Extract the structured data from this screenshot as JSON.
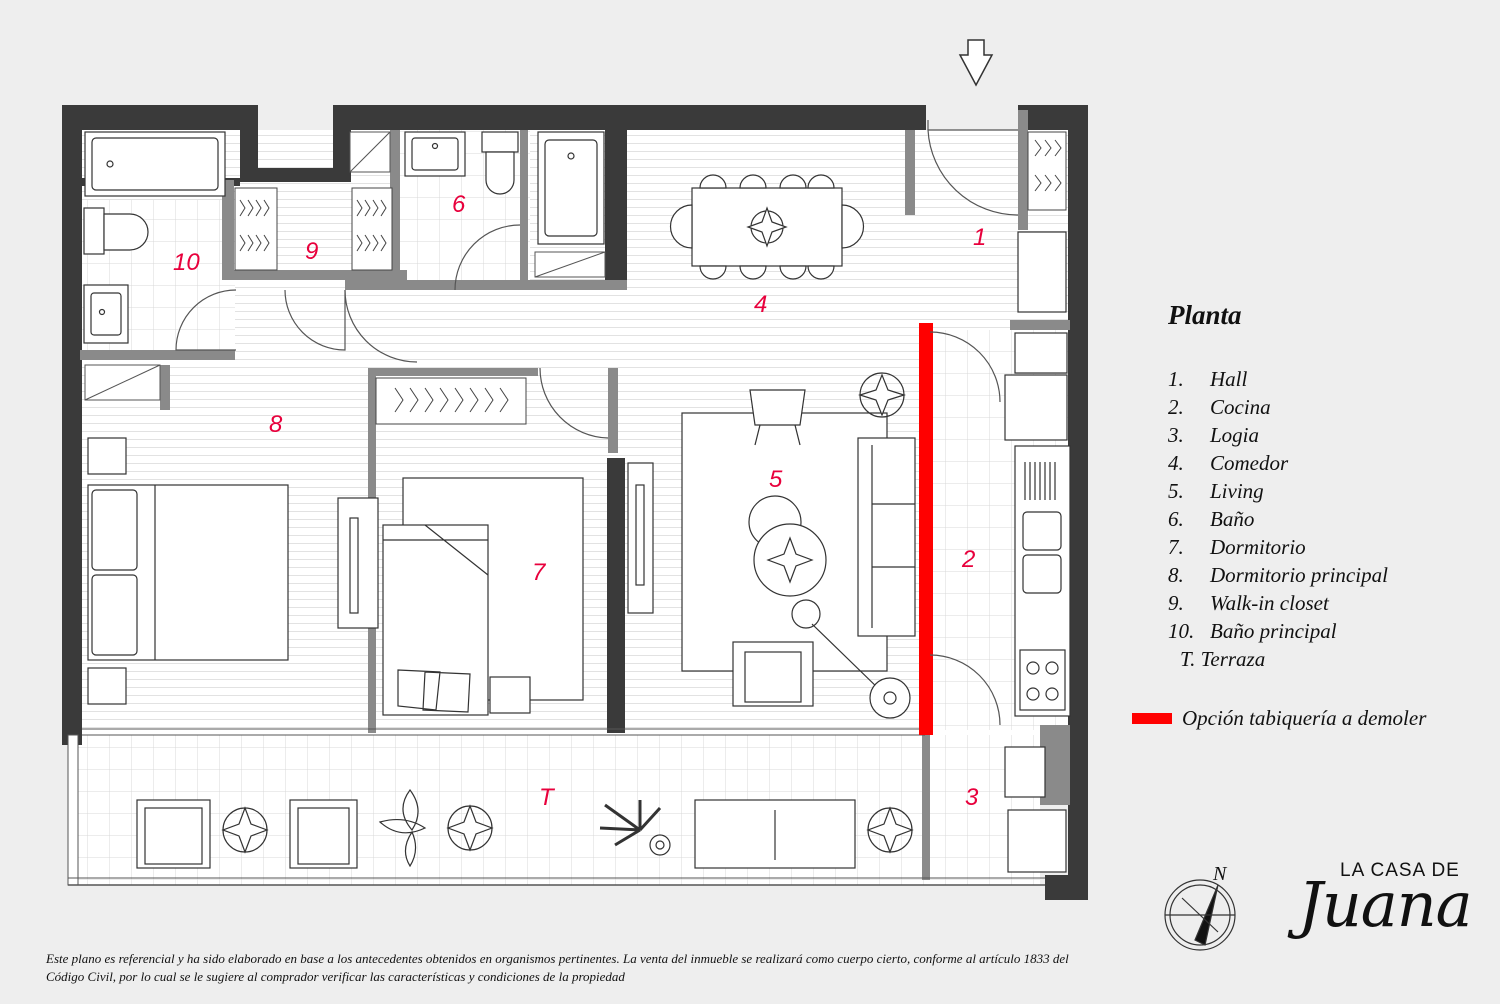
{
  "rooms": {
    "r1": "1",
    "r2": "2",
    "r3": "3",
    "r4": "4",
    "r5": "5",
    "r6": "6",
    "r7": "7",
    "r8": "8",
    "r9": "9",
    "r10": "10",
    "rT": "T"
  },
  "legend": {
    "title": "Planta",
    "items": [
      {
        "num": "1.",
        "label": "Hall"
      },
      {
        "num": "2.",
        "label": "Cocina"
      },
      {
        "num": "3.",
        "label": "Logia"
      },
      {
        "num": "4.",
        "label": "Comedor"
      },
      {
        "num": "5.",
        "label": "Living"
      },
      {
        "num": "6.",
        "label": "Baño"
      },
      {
        "num": "7.",
        "label": "Dormitorio"
      },
      {
        "num": "8.",
        "label": "Dormitorio principal"
      },
      {
        "num": "9.",
        "label": "Walk-in closet"
      },
      {
        "num": "10.",
        "label": "Baño principal"
      },
      {
        "num": "T.",
        "label": "Terraza"
      }
    ],
    "demolish_label": "Opción tabiquería a demoler",
    "demolish_color": "#ff0000"
  },
  "compass": {
    "north": "N"
  },
  "brand": {
    "top": "LA CASA DE",
    "script": "Juana"
  },
  "disclaimer": "Este plano es referencial y ha sido elaborado en base a los antecedentes obtenidos en organismos pertinentes.  La venta del inmueble se realizará como cuerpo cierto, conforme al artículo 1833 del Código Civil, por lo cual se le sugiere al comprador verificar las características y condiciones de la propiedad",
  "colors": {
    "wall": "#3a3a3a",
    "wall_light": "#7a7a7a",
    "floor": "#ffffff",
    "label": "#e8003c",
    "demolish": "#ff0000"
  }
}
